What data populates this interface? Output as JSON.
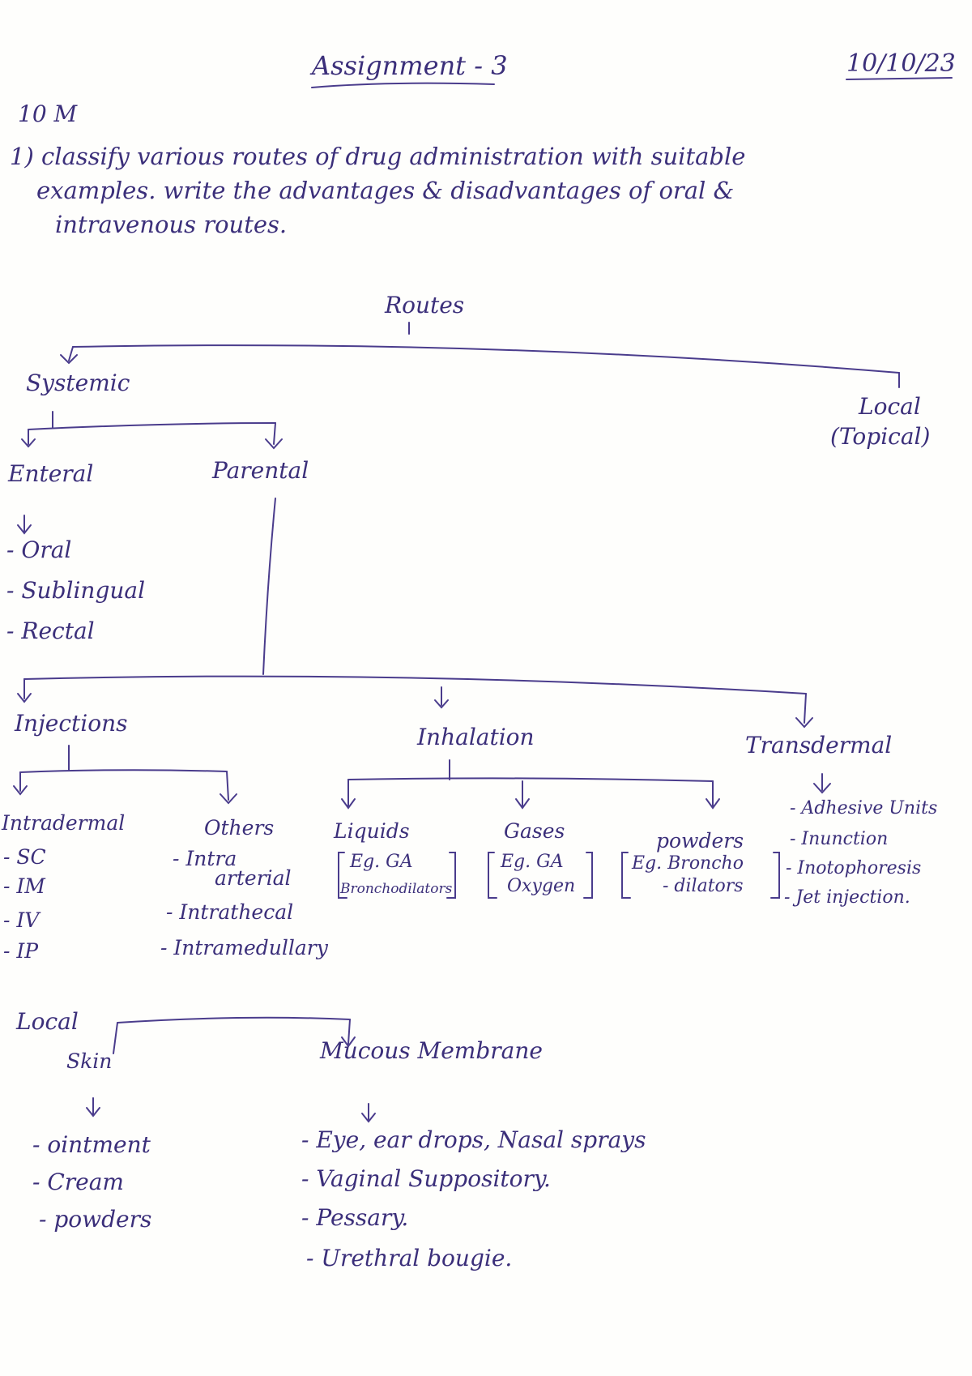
{
  "header": {
    "title": "Assignment - 3",
    "date": "10/10/23",
    "marks": "10 M"
  },
  "question": {
    "line1": "1) classify various routes of drug administration with suitable",
    "line2": "examples. write the advantages & disadvantages of oral &",
    "line3": "intravenous routes."
  },
  "tree": {
    "root": "Routes",
    "systemic": "Systemic",
    "local": {
      "line1": "Local",
      "line2": "(Topical)"
    },
    "enteral": {
      "label": "Enteral",
      "items": [
        "- Oral",
        "- Sublingual",
        "- Rectal"
      ]
    },
    "parental": "Parental",
    "injections": "Injections",
    "inhalation": "Inhalation",
    "transdermal": {
      "label": "Transdermal",
      "items": [
        "- Adhesive Units",
        "- Inunction",
        "- Inotophoresis",
        "- Jet injection."
      ]
    },
    "intradermal": {
      "label": "Intradermal",
      "items": [
        "- SC",
        "- IM",
        "- IV",
        "- IP"
      ]
    },
    "others": {
      "label": "Others",
      "items": [
        "- Intra",
        "arterial",
        "- Intrathecal",
        "- Intramedullary"
      ]
    },
    "liquids": {
      "label": "Liquids",
      "ex1": "Eg. GA",
      "ex2": "Bronchodilators"
    },
    "gases": {
      "label": "Gases",
      "ex1": "Eg. GA",
      "ex2": "Oxygen"
    },
    "powders": {
      "label": "powders",
      "ex1": "Eg. Broncho",
      "ex2": "- dilators"
    },
    "local_section": {
      "label": "Local",
      "skin": {
        "label": "Skin",
        "items": [
          "- ointment",
          "- Cream",
          "- powders"
        ]
      },
      "mucous": {
        "label": "Mucous Membrane",
        "items": [
          "- Eye, ear drops, Nasal sprays",
          "- Vaginal Suppository.",
          "- Pessary.",
          "- Urethral bougie."
        ]
      }
    }
  }
}
